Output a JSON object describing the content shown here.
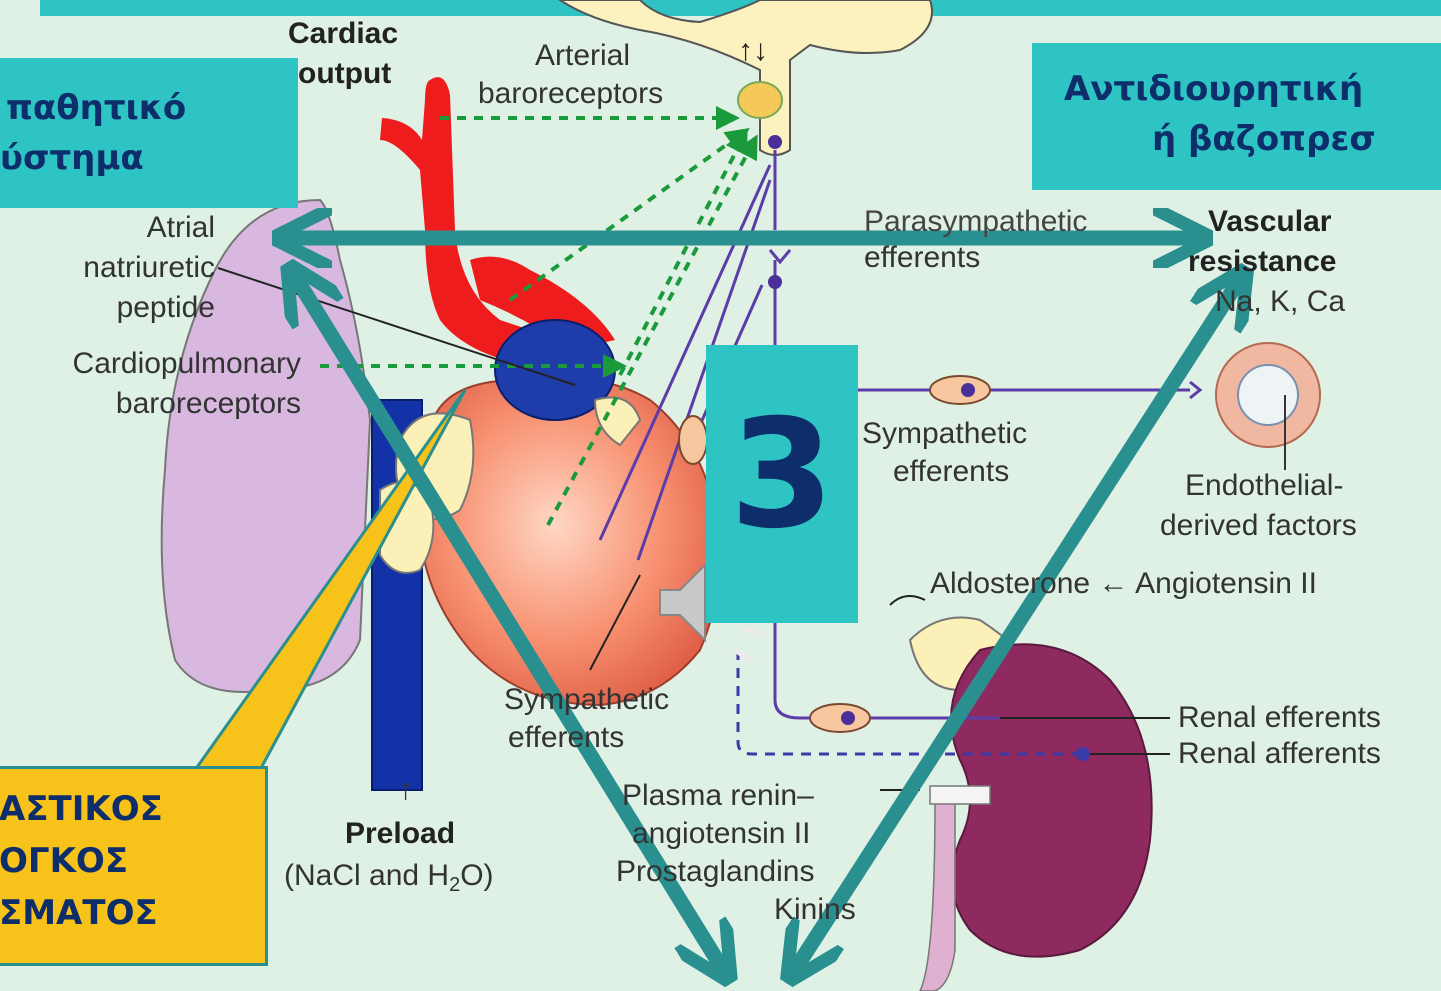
{
  "labels": {
    "cardiac_output_1": "Cardiac",
    "cardiac_output_2": "output",
    "arterial_baroreceptors_1": "Arterial",
    "arterial_baroreceptors_2": "baroreceptors",
    "atrial_1": "Atrial",
    "atrial_2": "natriuretic",
    "atrial_3": "peptide",
    "cardiopulmonary_1": "Cardiopulmonary",
    "cardiopulmonary_2": "baroreceptors",
    "parasympathetic_1": "Parasympathetic",
    "parasympathetic_2": "efferents",
    "vascular_1": "Vascular",
    "vascular_2": "resistance",
    "vascular_3": "Na, K, Ca",
    "sympathetic_1": "Sympathetic",
    "sympathetic_2": "efferents",
    "endothelial_1": "Endothelial-",
    "endothelial_2": "derived factors",
    "aldosterone": "Aldosterone ← Angiotensin II",
    "sympathetic_lower_1": "Sympathetic",
    "sympathetic_lower_2": "efferents",
    "renal_efferents": "Renal efferents",
    "renal_afferents": "Renal afferents",
    "preload_1": "Preload",
    "preload_2": "(NaCl and H",
    "preload_sub": "2",
    "preload_3": "O)",
    "plasma_1": "Plasma renin–",
    "plasma_2": "angiotensin II",
    "plasma_3": "Prostaglandins",
    "plasma_4": "Kinins"
  },
  "boxes": {
    "left_1": "παθητικό",
    "left_2": "ύστημα",
    "right_1": "Αντιδιουρητική",
    "right_2": "ή βαζοπρεσ",
    "callout_1": "ΑΣΤΙΚΟΣ",
    "callout_2": "ΟΓΚΟΣ",
    "callout_3": "ΣΜΑΤΟΣ",
    "number": "3"
  },
  "colors": {
    "background": "#dff0e4",
    "teal_box": "#2ec4c4",
    "arrow": "#2a8f8f",
    "callout": "#f7c21a",
    "text_dark_blue": "#0d2d6b",
    "artery": "#ee1c1c",
    "vein": "#1432a8",
    "kidney": "#8e2a60",
    "lung": "#d9b8e0",
    "nerve": "#5b3ca8",
    "dashed_green": "#1a9a3a"
  },
  "icons": [
    "speaker-icon"
  ]
}
